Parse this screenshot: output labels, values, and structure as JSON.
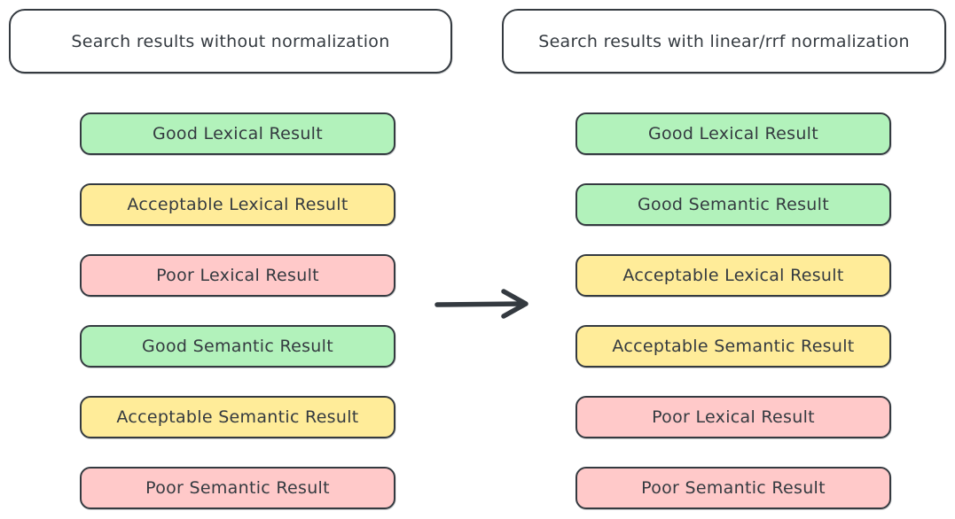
{
  "diagram": {
    "titles": {
      "left": "Search results without normalization",
      "right": "Search results with linear/rrf normalization"
    },
    "colors": {
      "good": "#b2f2bb",
      "acceptable": "#ffec99",
      "poor": "#ffc9c9",
      "stroke": "#343a40",
      "text": "#343a40",
      "background": "#ffffff"
    },
    "arrow": {
      "direction": "right"
    },
    "columns": {
      "left": {
        "items": [
          {
            "label": "Good Lexical Result",
            "quality": "good"
          },
          {
            "label": "Acceptable Lexical Result",
            "quality": "acceptable"
          },
          {
            "label": "Poor Lexical Result",
            "quality": "poor"
          },
          {
            "label": "Good Semantic Result",
            "quality": "good"
          },
          {
            "label": "Acceptable Semantic Result",
            "quality": "acceptable"
          },
          {
            "label": "Poor Semantic Result",
            "quality": "poor"
          }
        ]
      },
      "right": {
        "items": [
          {
            "label": "Good Lexical Result",
            "quality": "good"
          },
          {
            "label": "Good Semantic Result",
            "quality": "good"
          },
          {
            "label": "Acceptable Lexical Result",
            "quality": "acceptable"
          },
          {
            "label": "Acceptable Semantic Result",
            "quality": "acceptable"
          },
          {
            "label": "Poor Lexical Result",
            "quality": "poor"
          },
          {
            "label": "Poor Semantic Result",
            "quality": "poor"
          }
        ]
      }
    }
  }
}
